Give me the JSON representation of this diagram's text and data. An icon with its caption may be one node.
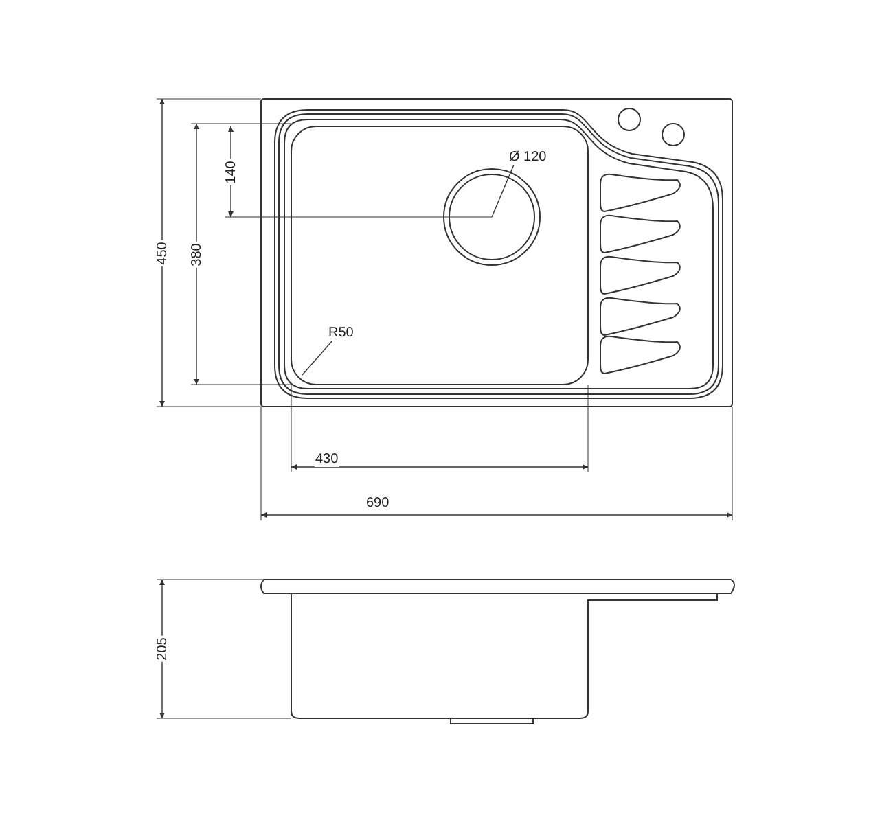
{
  "diagram": {
    "nodes": [
      {
        "text": [
          "Ø 120"
        ]
      },
      {
        "text": [
          "R50"
        ]
      }
    ],
    "edges": [
      {
        "from": 0,
        "to": null,
        "arrow": "none"
      },
      {
        "from": 1,
        "to": null,
        "arrow": "none"
      }
    ],
    "labels": [
      "450",
      "380",
      "140",
      "430",
      "690",
      "205"
    ]
  }
}
